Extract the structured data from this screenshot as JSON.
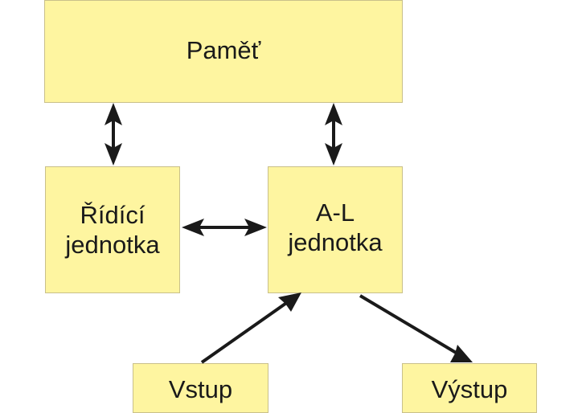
{
  "diagram": {
    "title": "Von Neumann architecture",
    "nodes": {
      "memory": {
        "label": "Paměť"
      },
      "control": {
        "lines": [
          "Řídící",
          "jednotka"
        ]
      },
      "alu": {
        "lines": [
          "A-L",
          "jednotka"
        ]
      },
      "input": {
        "label": "Vstup"
      },
      "output": {
        "label": "Výstup"
      }
    },
    "edges": [
      {
        "from": "memory",
        "to": "control",
        "direction": "bidirectional"
      },
      {
        "from": "memory",
        "to": "alu",
        "direction": "bidirectional"
      },
      {
        "from": "control",
        "to": "alu",
        "direction": "bidirectional"
      },
      {
        "from": "input",
        "to": "alu",
        "direction": "forward"
      },
      {
        "from": "alu",
        "to": "output",
        "direction": "forward"
      }
    ],
    "colors": {
      "box_fill": "#fef5a0",
      "box_border": "#c9c08a",
      "arrow": "#1a1a1a",
      "text": "#1a1a1a"
    }
  }
}
